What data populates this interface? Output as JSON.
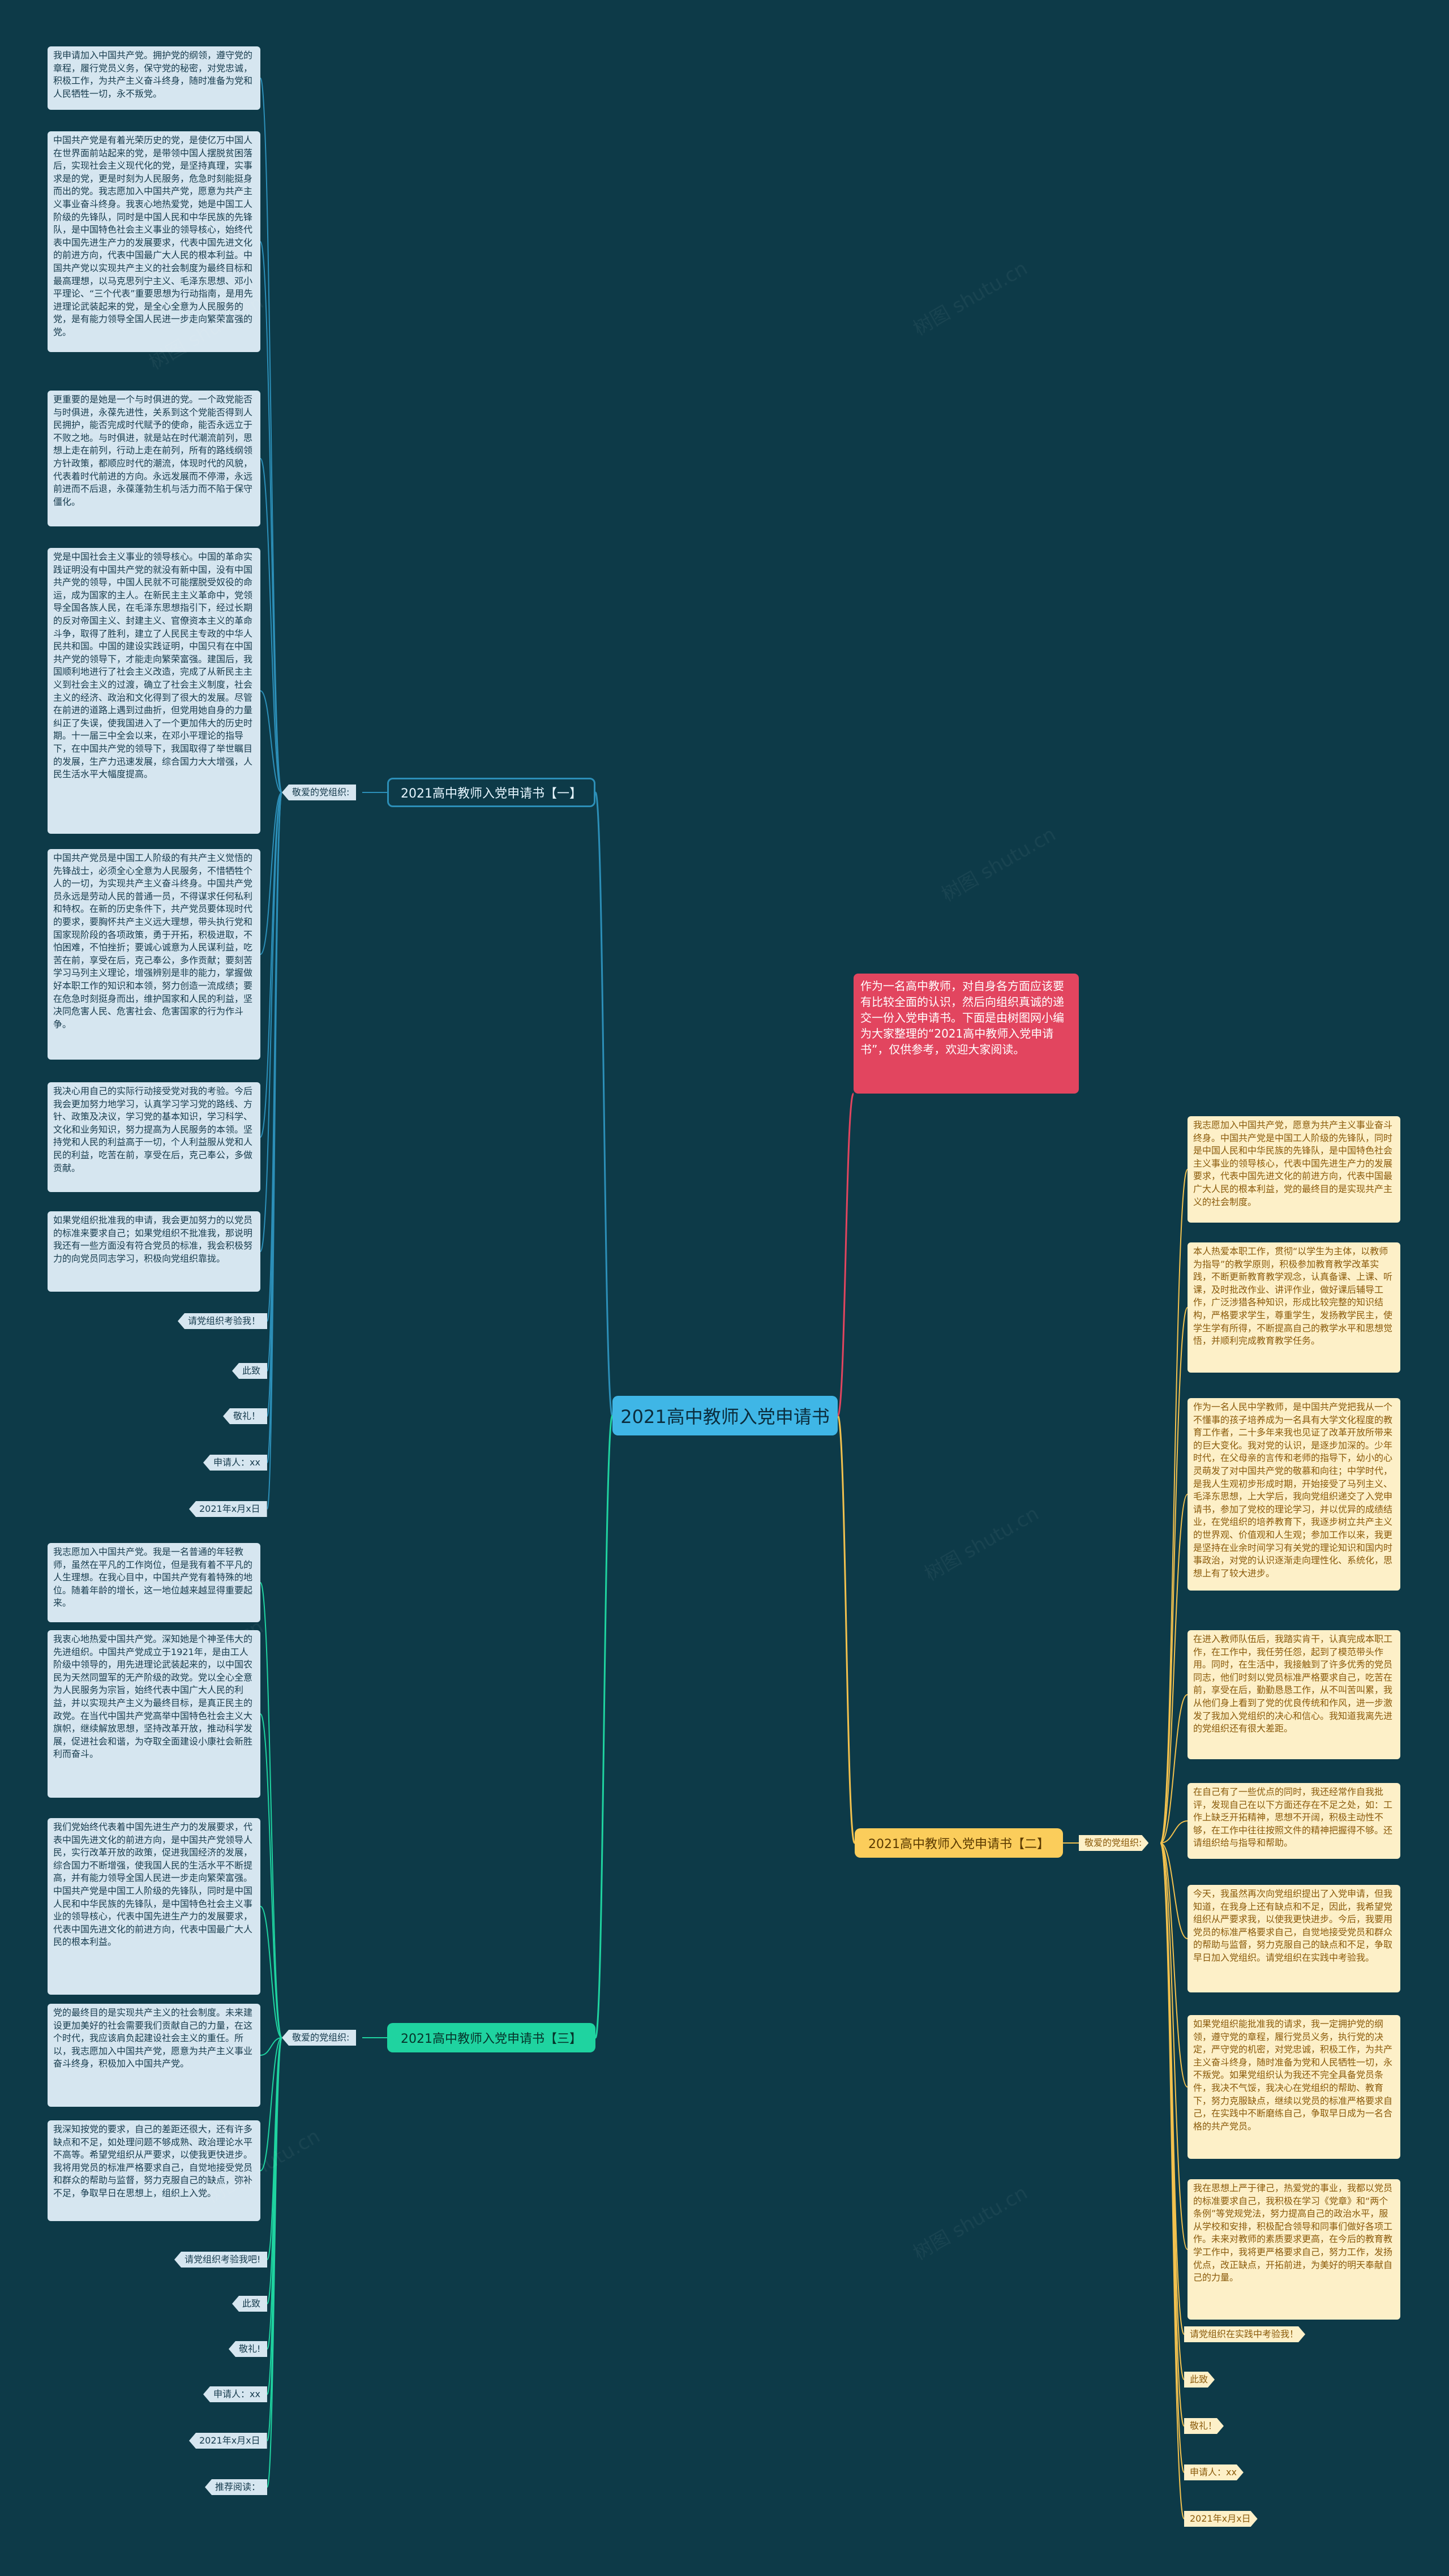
{
  "root": "2021高中教师入党申请书",
  "intro": "作为一名高中教师，对自身各方面应该要有比较全面的认识，然后向组织真诚的递交一份入党申请书。下面是由树图网小编为大家整理的“2021高中教师入党申请书”，仅供参考，欢迎大家阅读。",
  "branch1": {
    "title": "2021高中教师入党申请书【一】",
    "label": "敬爱的党组织:",
    "paragraphs": [
      "我申请加入中国共产党。拥护党的纲领，遵守党的章程，履行党员义务，保守党的秘密，对党忠诚，积极工作，为共产主义奋斗终身，随时准备为党和人民牺牲一切，永不叛党。",
      "中国共产党是有着光荣历史的党，是使亿万中国人在世界面前站起来的党，是带领中国人摆脱贫困落后，实现社会主义现代化的党，是坚持真理，实事求是的党，更是时刻为人民服务，危急时刻能挺身而出的党。我志愿加入中国共产党，愿意为共产主义事业奋斗终身。我衷心地热爱党，她是中国工人阶级的先锋队，同时是中国人民和中华民族的先锋队，是中国特色社会主义事业的领导核心，始终代表中国先进生产力的发展要求，代表中国先进文化的前进方向，代表中国最广大人民的根本利益。中国共产党以实现共产主义的社会制度为最终目标和最高理想，以马克思列宁主义、毛泽东思想、邓小平理论、“三个代表”重要思想为行动指南，是用先进理论武装起来的党，是全心全意为人民服务的党，是有能力领导全国人民进一步走向繁荣富强的党。",
      "更重要的是她是一个与时俱进的党。一个政党能否与时俱进，永葆先进性，关系到这个党能否得到人民拥护，能否完成时代赋予的使命，能否永远立于不败之地。与时俱进，就是站在时代潮流前列，思想上走在前列，行动上走在前列，所有的路线纲领方针政策，都顺应时代的潮流，体现时代的风貌，代表着时代前进的方向。永远发展而不停滞，永远前进而不后退，永葆蓬勃生机与活力而不陷于保守僵化。",
      "党是中国社会主义事业的领导核心。中国的革命实践证明没有中国共产党的就没有新中国，没有中国共产党的领导，中国人民就不可能摆脱受奴役的命运，成为国家的主人。在新民主主义革命中，党领导全国各族人民，在毛泽东思想指引下，经过长期的反对帝国主义、封建主义、官僚资本主义的革命斗争，取得了胜利，建立了人民民主专政的中华人民共和国。中国的建设实践证明，中国只有在中国共产党的领导下，才能走向繁荣富强。建国后，我国顺利地进行了社会主义改造，完成了从新民主主义到社会主义的过渡，确立了社会主义制度，社会主义的经济、政治和文化得到了很大的发展。尽管在前进的道路上遇到过曲折，但党用她自身的力量纠正了失误，使我国进入了一个更加伟大的历史时期。十一届三中全会以来，在邓小平理论的指导下，在中国共产党的领导下，我国取得了举世瞩目的发展，生产力迅速发展，综合国力大大增强，人民生活水平大幅度提高。",
      "中国共产党员是中国工人阶级的有共产主义觉悟的先锋战士，必须全心全意为人民服务，不惜牺牲个人的一切，为实现共产主义奋斗终身。中国共产党员永远是劳动人民的普通一员，不得谋求任何私利和特权。在新的历史条件下，共产党员要体现时代的要求，要胸怀共产主义远大理想，带头执行党和国家现阶段的各项政策，勇于开拓，积极进取，不怕困难，不怕挫折；要诚心诚意为人民谋利益，吃苦在前，享受在后，克己奉公，多作贡献；要刻苦学习马列主义理论，增强辨别是非的能力，掌握做好本职工作的知识和本领，努力创造一流成绩；要在危急时刻挺身而出，维护国家和人民的利益，坚决同危害人民、危害社会、危害国家的行为作斗争。",
      "我决心用自己的实际行动接受党对我的考验。今后我会更加努力地学习，认真学习学习党的路线、方针、政策及决议，学习党的基本知识，学习科学、文化和业务知识，努力提高为人民服务的本领。坚持党和人民的利益高于一切，个人利益服从党和人民的利益，吃苦在前，享受在后，克己奉公，多做贡献。",
      "如果党组织批准我的申请，我会更加努力的以党员的标准来要求自己；如果党组织不批准我，那说明我还有一些方面没有符合党员的标准，我会积极努力的向党员同志学习，积极向党组织靠拢。"
    ],
    "closings": [
      "请党组织考验我！",
      "此致",
      "敬礼！",
      "申请人：xx",
      "2021年x月x日"
    ]
  },
  "branch2": {
    "title": "2021高中教师入党申请书【二】",
    "label": "敬爱的党组织:",
    "paragraphs": [
      "我志愿加入中国共产党，愿意为共产主义事业奋斗终身。中国共产党是中国工人阶级的先锋队，同时是中国人民和中华民族的先锋队，是中国特色社会主义事业的领导核心，代表中国先进生产力的发展要求，代表中国先进文化的前进方向，代表中国最广大人民的根本利益，党的最终目的是实现共产主义的社会制度。",
      "本人热爱本职工作，贯彻“以学生为主体，以教师为指导”的教学原则，积极参加教育教学改革实践，不断更新教育教学观念，认真备课、上课、听课，及时批改作业、讲评作业，做好课后辅导工作，广泛涉猎各种知识，形成比较完整的知识结构，严格要求学生，尊重学生，发扬教学民主，使学生学有所得，不断提高自己的教学水平和思想觉悟，并顺利完成教育教学任务。",
      "作为一名人民中学教师，是中国共产党把我从一个不懂事的孩子培养成为一名具有大学文化程度的教育工作者，二十多年来我也见证了改革开放所带来的巨大变化。我对党的认识，是逐步加深的。少年时代，在父母亲的言传和老师的指导下，幼小的心灵萌发了对中国共产党的敬慕和向往；中学时代，是我人生观初步形成时期，开始接受了马列主义、毛泽东思想，上大学后，我向党组织递交了入党申请书，参加了党校的理论学习，并以优异的成绩结业，在党组织的培养教育下，我逐步树立共产主义的世界观、价值观和人生观；参加工作以来，我更是坚持在业余时间学习有关党的理论知识和国内时事政治，对党的认识逐渐走向理性化、系统化，思想上有了较大进步。",
      "在进入教师队伍后，我踏实肯干，认真完成本职工作，在工作中，我任劳任怨，起到了模范带头作用。同时，在生活中，我接触到了许多优秀的党员同志，他们时刻以党员标准严格要求自己，吃苦在前，享受在后，勤勤恳恳工作，从不叫苦叫累，我从他们身上看到了党的优良传统和作风，进一步激发了我加入党组织的决心和信心。我知道我离先进的党组织还有很大差距。",
      "在自己有了一些优点的同时，我还经常作自我批评，发现自己在以下方面还存在不足之处，如：工作上缺乏开拓精神，思想不开阔，积极主动性不够，在工作中往往按照文件的精神把握得不够。还请组织给与指导和帮助。",
      "今天，我虽然再次向党组织提出了入党申请，但我知道，在我身上还有缺点和不足，因此，我希望党组织从严要求我，以使我更快进步。今后，我要用党员的标准严格要求自己，自觉地接受党员和群众的帮助与监督，努力克服自己的缺点和不足，争取早日加入党组织。请党组织在实践中考验我。",
      "如果党组织能批准我的请求，我一定拥护党的纲领，遵守党的章程，履行党员义务，执行党的决定，严守党的机密，对党忠诚，积极工作，为共产主义奋斗终身，随时准备为党和人民牺牲一切，永不叛党。如果党组织认为我还不完全具备党员条件，我决不气馁，我决心在党组织的帮助、教育下，努力克服缺点，继续以党员的标准严格要求自己，在实践中不断磨练自己，争取早日成为一名合格的共产党员。",
      "我在思想上严于律己，热爱党的事业，我都以党员的标准要求自己，我积极在学习《党章》和“两个条例”等党规党法，努力提高自己的政治水平，服从学校和安排，积极配合领导和同事们做好各项工作。未来对教师的素质要求更高，在今后的教育教学工作中，我将更严格要求自己，努力工作，发扬优点，改正缺点，开拓前进，为美好的明天奉献自己的力量。"
    ],
    "closings": [
      "请党组织在实践中考验我！",
      "此致",
      "敬礼！",
      "申请人：xx",
      "2021年x月x日"
    ]
  },
  "branch3": {
    "title": "2021高中教师入党申请书【三】",
    "label": "敬爱的党组织:",
    "paragraphs": [
      "我志愿加入中国共产党。我是一名普通的年轻教师，虽然在平凡的工作岗位，但是我有着不平凡的人生理想。在我心目中，中国共产党有着特殊的地位。随着年龄的增长，这一地位越来越显得重要起来。",
      "我衷心地热爱中国共产党。深知她是个神圣伟大的先进组织。中国共产党成立于1921年，是由工人阶级中领导的，用先进理论武装起来的，以中国农民为天然同盟军的无产阶级的政党。党以全心全意为人民服务为宗旨，始终代表中国广大人民的利益，并以实现共产主义为最终目标，是真正民主的政党。在当代中国共产党高举中国特色社会主义大旗帜，继续解放思想，坚持改革开放，推动科学发展，促进社会和谐，为夺取全面建设小康社会新胜利而奋斗。",
      "我们党始终代表着中国先进生产力的发展要求，代表中国先进文化的前进方向，是中国共产党领导人民，实行改革开放的政策，促进我国经济的发展，综合国力不断增强，使我国人民的生活水平不断提高，并有能力领导全国人民进一步走向繁荣富强。中国共产党是中国工人阶级的先锋队，同时是中国人民和中华民族的先锋队，是中国特色社会主义事业的领导核心，代表中国先进生产力的发展要求，代表中国先进文化的前进方向，代表中国最广大人民的根本利益。",
      "党的最终目的是实现共产主义的社会制度。未来建设更加美好的社会需要我们贡献自己的力量，在这个时代，我应该肩负起建设社会主义的重任。所以，我志愿加入中国共产党，愿意为共产主义事业奋斗终身，积极加入中国共产党。",
      "我深知按党的要求，自己的差距还很大，还有许多缺点和不足，如处理问题不够成熟、政治理论水平不高等。希望党组织从严要求，以使我更快进步。我将用党员的标准严格要求自己，自觉地接受党员和群众的帮助与监督，努力克服自己的缺点，弥补不足，争取早日在思想上，组织上入党。"
    ],
    "closings": [
      "请党组织考验我吧!",
      "此致",
      "敬礼!",
      "申请人：xx",
      "2021年x月x日",
      "推荐阅读："
    ]
  }
}
